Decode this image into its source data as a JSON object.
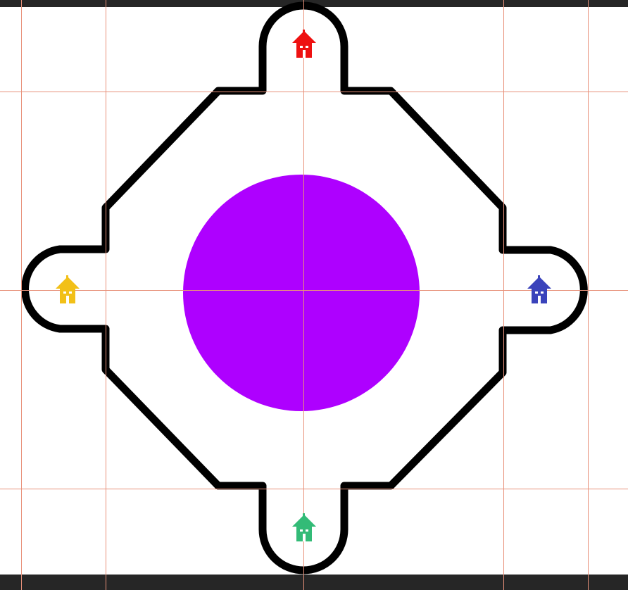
{
  "canvas": {
    "background": "#ffffff",
    "frame_color": "#262626",
    "guide_color": "#e8917a",
    "outline_color": "#000000"
  },
  "center_circle": {
    "name": "center-circle",
    "color": "#ae00ff"
  },
  "houses": [
    {
      "name": "house-red-icon",
      "position": "top",
      "color": "#ee1111"
    },
    {
      "name": "house-blue-icon",
      "position": "right",
      "color": "#3a43bb"
    },
    {
      "name": "house-green-icon",
      "position": "bottom",
      "color": "#33bb77"
    },
    {
      "name": "house-yellow-icon",
      "position": "left",
      "color": "#f2c018"
    }
  ]
}
